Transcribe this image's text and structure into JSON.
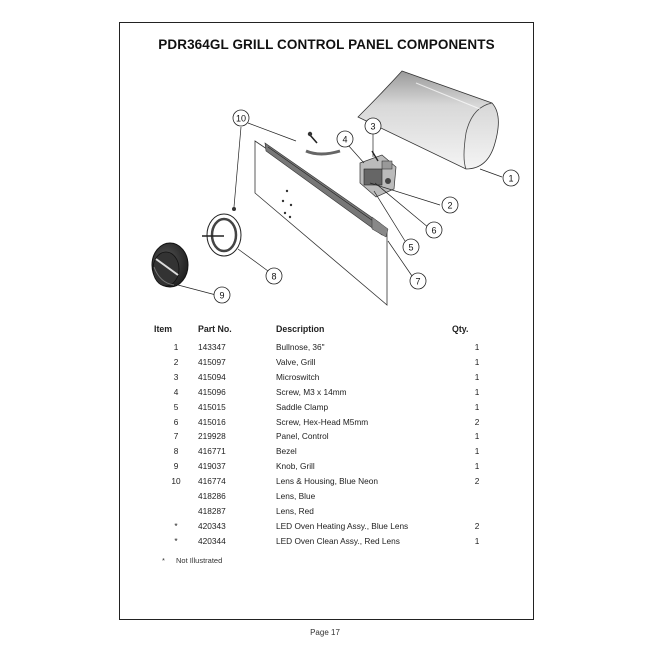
{
  "document": {
    "title": "PDR364GL GRILL CONTROL PANEL COMPONENTS",
    "page_label": "Page 17"
  },
  "diagram": {
    "callouts": [
      "1",
      "2",
      "3",
      "4",
      "5",
      "6",
      "7",
      "8",
      "9",
      "10"
    ]
  },
  "parts_table": {
    "headers": {
      "item": "Item",
      "part_no": "Part No.",
      "description": "Description",
      "qty": "Qty."
    },
    "rows": [
      {
        "item": "1",
        "part_no": "143347",
        "description": "Bullnose, 36\"",
        "qty": "1"
      },
      {
        "item": "2",
        "part_no": "415097",
        "description": "Valve, Grill",
        "qty": "1"
      },
      {
        "item": "3",
        "part_no": "415094",
        "description": "Microswitch",
        "qty": "1"
      },
      {
        "item": "4",
        "part_no": "415096",
        "description": "Screw, M3 x 14mm",
        "qty": "1"
      },
      {
        "item": "5",
        "part_no": "415015",
        "description": "Saddle Clamp",
        "qty": "1"
      },
      {
        "item": "6",
        "part_no": "415016",
        "description": "Screw, Hex-Head M5mm",
        "qty": "2"
      },
      {
        "item": "7",
        "part_no": "219928",
        "description": "Panel, Control",
        "qty": "1"
      },
      {
        "item": "8",
        "part_no": "416771",
        "description": "Bezel",
        "qty": "1"
      },
      {
        "item": "9",
        "part_no": "419037",
        "description": "Knob, Grill",
        "qty": "1"
      },
      {
        "item": "10",
        "part_no": "416774",
        "description": "Lens & Housing, Blue Neon",
        "qty": "2"
      },
      {
        "item": "",
        "part_no": "418286",
        "description": "Lens, Blue",
        "qty": ""
      },
      {
        "item": "",
        "part_no": "418287",
        "description": "Lens, Red",
        "qty": ""
      },
      {
        "item": "*",
        "part_no": "420343",
        "description": "LED Oven Heating Assy., Blue Lens",
        "qty": "2"
      },
      {
        "item": "*",
        "part_no": "420344",
        "description": "LED Oven Clean Assy., Red Lens",
        "qty": "1"
      }
    ]
  },
  "footnote": {
    "mark": "*",
    "text": "Not Illustrated"
  }
}
